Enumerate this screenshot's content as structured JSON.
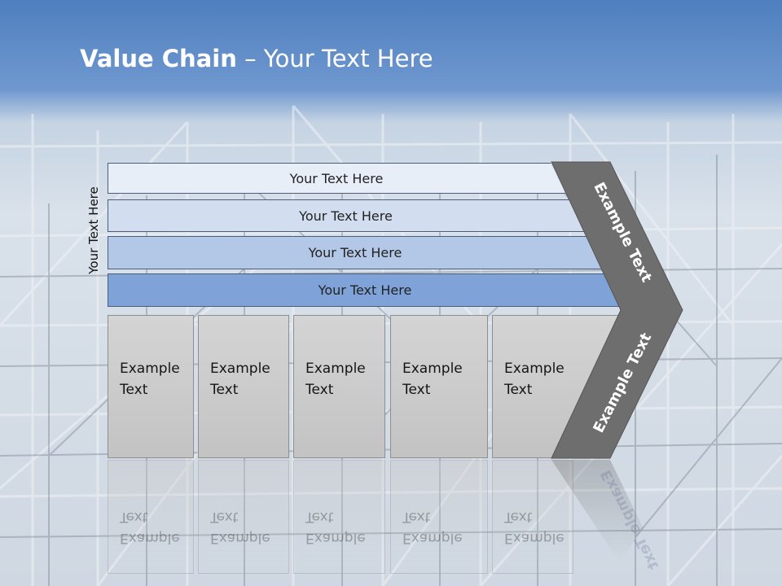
{
  "slide": {
    "title_bold": "Value Chain",
    "title_rest": " – Your Text Here",
    "side_label": "Your Text Here"
  },
  "bars": [
    {
      "label": "Your Text Here",
      "fill": "#e8eef8"
    },
    {
      "label": "Your Text Here",
      "fill": "#d2def0"
    },
    {
      "label": "Your Text Here",
      "fill": "#b3c8e6"
    },
    {
      "label": "Your Text Here",
      "fill": "#7fa3d8"
    }
  ],
  "boxes": [
    {
      "line1": "Example",
      "line2": "Text"
    },
    {
      "line1": "Example",
      "line2": "Text"
    },
    {
      "line1": "Example",
      "line2": "Text"
    },
    {
      "line1": "Example",
      "line2": "Text"
    },
    {
      "line1": "Example",
      "line2": "Text"
    }
  ],
  "arrow": {
    "upper_text": "Example Text",
    "lower_text": "Example Text",
    "fill": "#6e6e6e"
  }
}
